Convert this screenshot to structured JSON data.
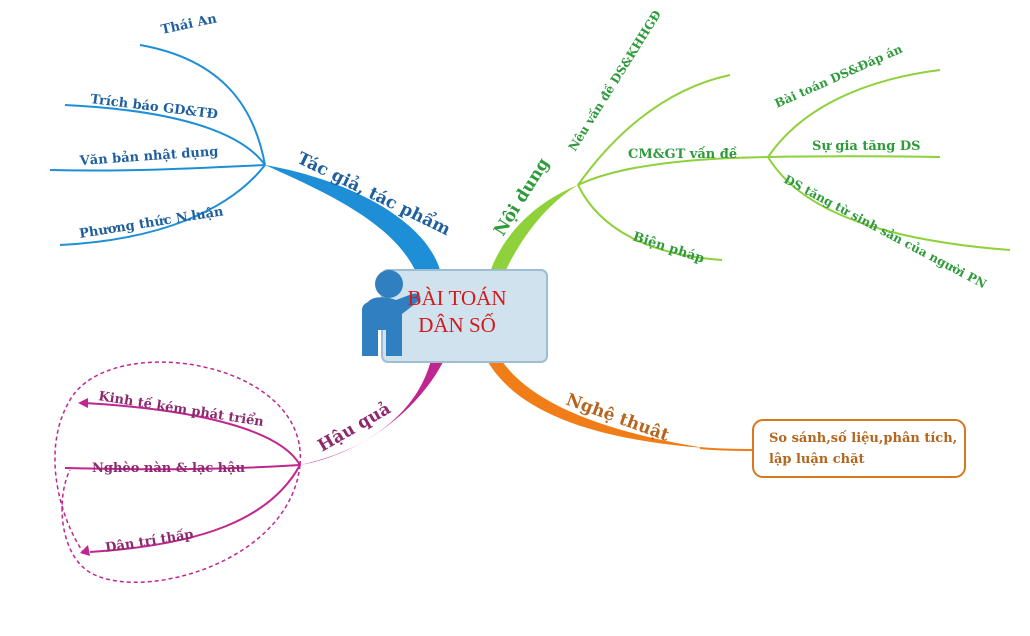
{
  "center": {
    "line1": "BÀI TOÁN",
    "line2": "DÂN SỐ"
  },
  "author_branch": {
    "label": "Tác giả, tác phẩm",
    "children": [
      "Thái An",
      "Trích báo GD&TĐ",
      "Văn bản nhật dụng",
      "Phương thức N.luận"
    ]
  },
  "content_branch": {
    "label": "Nội dung",
    "children": {
      "issue": "Nêu vấn đề DS&KHHGĐ",
      "prove": "CM&GT vấn đề",
      "prove_children": [
        "Bài toán DS&Đáp án",
        "Sự gia tăng DS",
        "DS tăng từ sinh sản của người PN"
      ],
      "solution": "Biện pháp"
    }
  },
  "art_branch": {
    "label": "Nghệ thuật",
    "box_line1": "So sánh,số liệu,phân tích,",
    "box_line2": "lập luận chặt"
  },
  "consequence_branch": {
    "label": "Hậu quả",
    "children": [
      "Kinh tế kém phát triển",
      "Nghèo nàn & lạc hậu",
      "Dân trí thấp"
    ]
  },
  "colors": {
    "author": "#1e8fd6",
    "content": "#7fcc2e",
    "art": "#f07d18",
    "consequence": "#c0268f",
    "center_text": "#d11a1a"
  }
}
